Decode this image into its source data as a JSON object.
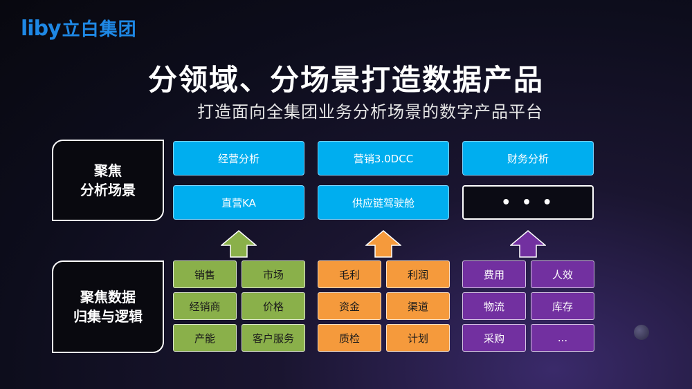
{
  "brand": {
    "logo_latin": "liby",
    "logo_cn": "立白集团"
  },
  "title": "分领域、分场景打造数据产品",
  "subtitle": "打造面向全集团业务分析场景的数字产品平台",
  "side_labels": {
    "top": "聚焦\n分析场景",
    "bottom": "聚焦数据\n归集与逻辑"
  },
  "columns": [
    {
      "scenes": [
        "经营分析",
        "直营KA"
      ],
      "arrow_color": "#8ab04a",
      "cells": [
        "销售",
        "市场",
        "经销商",
        "价格",
        "产能",
        "客户服务"
      ]
    },
    {
      "scenes": [
        "营销3.0DCC",
        "供应链驾驶舱"
      ],
      "arrow_color": "#f59a3c",
      "cells": [
        "毛利",
        "利润",
        "资金",
        "渠道",
        "质检",
        "计划"
      ]
    },
    {
      "scenes": [
        "财务分析",
        "• • •"
      ],
      "arrow_color": "#7230a0",
      "cells": [
        "费用",
        "人效",
        "物流",
        "库存",
        "采购",
        "..."
      ]
    }
  ],
  "colors": {
    "scene_blue": "#00aeef",
    "green": "#8ab04a",
    "orange": "#f59a3c",
    "purple": "#7230a0",
    "logo_blue": "#1e88e5"
  }
}
